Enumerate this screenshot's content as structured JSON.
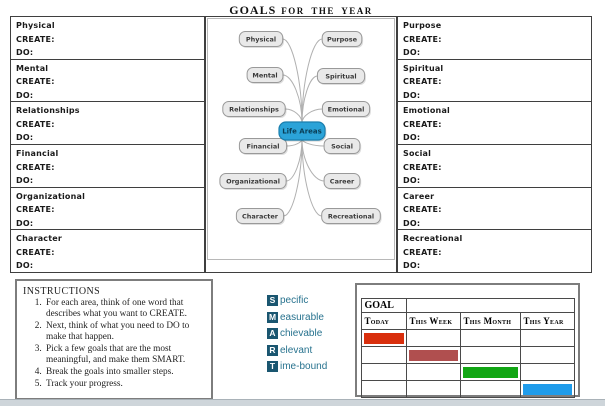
{
  "title": {
    "word1": "GOALS",
    "word2": "FOR THE YEAR"
  },
  "worksheet": {
    "create_label": "CREATE:",
    "do_label": "DO:",
    "left_sections": [
      "Physical",
      "Mental",
      "Relationships",
      "Financial",
      "Organizational",
      "Character"
    ],
    "right_sections": [
      "Purpose",
      "Spiritual",
      "Emotional",
      "Social",
      "Career",
      "Recreational"
    ]
  },
  "mindmap": {
    "center_label": "Life Areas",
    "center_color": "#2ba3d8",
    "center_border": "#1b7fae",
    "node_fill": "#e9e9e9",
    "node_border": "#999999",
    "left_nodes": [
      "Physical",
      "Mental",
      "Relationships",
      "Financial",
      "Organizational",
      "Character"
    ],
    "right_nodes": [
      "Purpose",
      "Spiritual",
      "Emotional",
      "Social",
      "Career",
      "Recreational"
    ]
  },
  "instructions": {
    "heading": "INSTRUCTIONS",
    "items": [
      "For each area, think of one word that describes what you want to CREATE.",
      "Next, think of what you need to DO to make that happen.",
      "Pick a few goals that are the most meaningful, and make them SMART.",
      "Break the goals into smaller steps.",
      "Track your progress."
    ]
  },
  "smart": {
    "square_color": "#1a5670",
    "text_color": "#27728e",
    "items": [
      {
        "letter": "S",
        "rest": "pecific"
      },
      {
        "letter": "M",
        "rest": "easurable"
      },
      {
        "letter": "A",
        "rest": "chievable"
      },
      {
        "letter": "R",
        "rest": "elevant"
      },
      {
        "letter": "T",
        "rest": "ime-bound"
      }
    ]
  },
  "goal_table": {
    "title": "GOAL",
    "columns": [
      "Today",
      "This Week",
      "This Month",
      "This Year"
    ],
    "bars": [
      {
        "row": 0,
        "col": 0,
        "color": "#d92f0d"
      },
      {
        "row": 1,
        "col": 1,
        "color": "#b04f4f"
      },
      {
        "row": 2,
        "col": 2,
        "color": "#12a614"
      },
      {
        "row": 3,
        "col": 3,
        "color": "#1f9ceb"
      }
    ]
  }
}
